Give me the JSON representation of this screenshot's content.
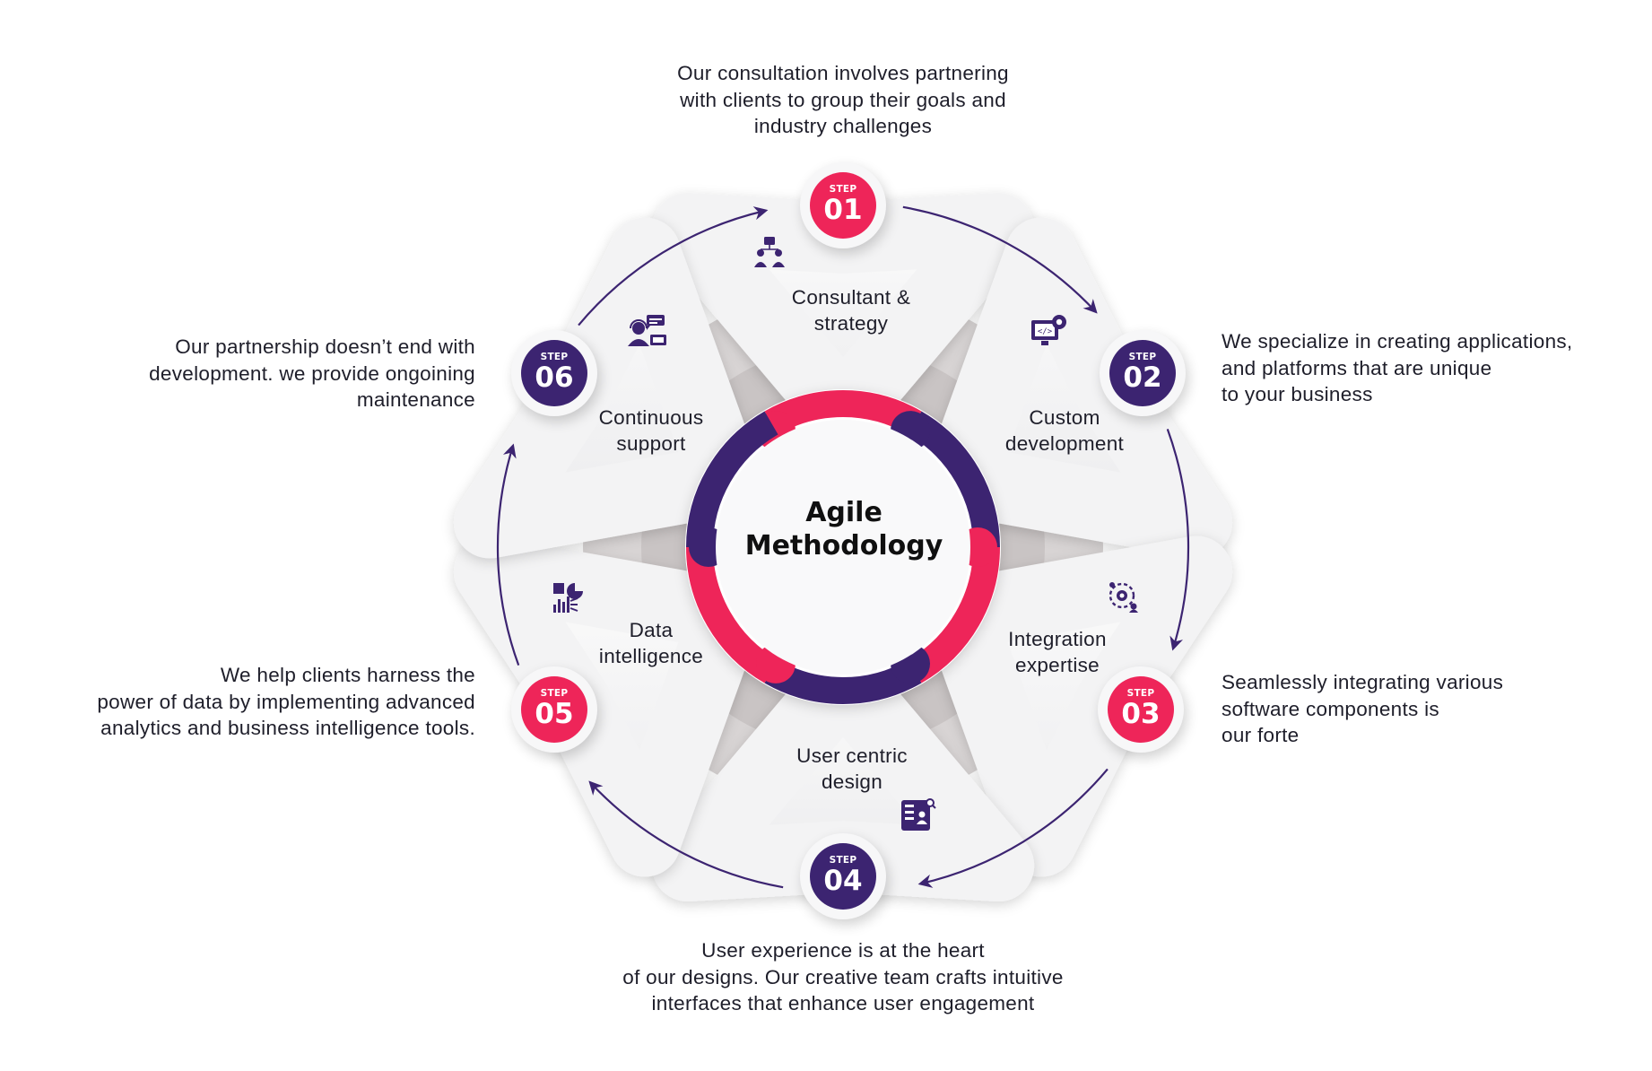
{
  "colors": {
    "pink": "#ee2559",
    "purple": "#3c2471",
    "card": "#f4f4f5",
    "hub": "#d6d2d2"
  },
  "center": {
    "title": "Agile\nMethodology"
  },
  "steps": [
    {
      "word": "STEP",
      "number": "01",
      "title": "Consultant &\nstrategy",
      "icon": "team-hierarchy-icon",
      "color": "pink",
      "description": "Our consultation involves partnering\nwith clients to group their goals and\nindustry challenges"
    },
    {
      "word": "STEP",
      "number": "02",
      "title": "Custom\ndevelopment",
      "icon": "code-monitor-gear-icon",
      "color": "purple",
      "description": "We specialize in creating applications,\nand platforms that are unique\nto your business"
    },
    {
      "word": "STEP",
      "number": "03",
      "title": "Integration\nexpertise",
      "icon": "integration-gears-icon",
      "color": "pink",
      "description": "Seamlessly integrating various\nsoftware components is\nour forte"
    },
    {
      "word": "STEP",
      "number": "04",
      "title": "User centric\ndesign",
      "icon": "user-design-icon",
      "color": "purple",
      "description": "User experience is at the heart\nof our designs. Our creative team crafts intuitive\ninterfaces that enhance user engagement"
    },
    {
      "word": "STEP",
      "number": "05",
      "title": "Data\nintelligence",
      "icon": "data-analytics-icon",
      "color": "pink",
      "description": "We help clients harness the\npower of data by implementing advanced\nanalytics and business intelligence tools."
    },
    {
      "word": "STEP",
      "number": "06",
      "title": "Continuous\nsupport",
      "icon": "support-agent-icon",
      "color": "purple",
      "description": "Our partnership doesn’t end with\ndevelopment. we provide ongoining\nmaintenance"
    }
  ]
}
